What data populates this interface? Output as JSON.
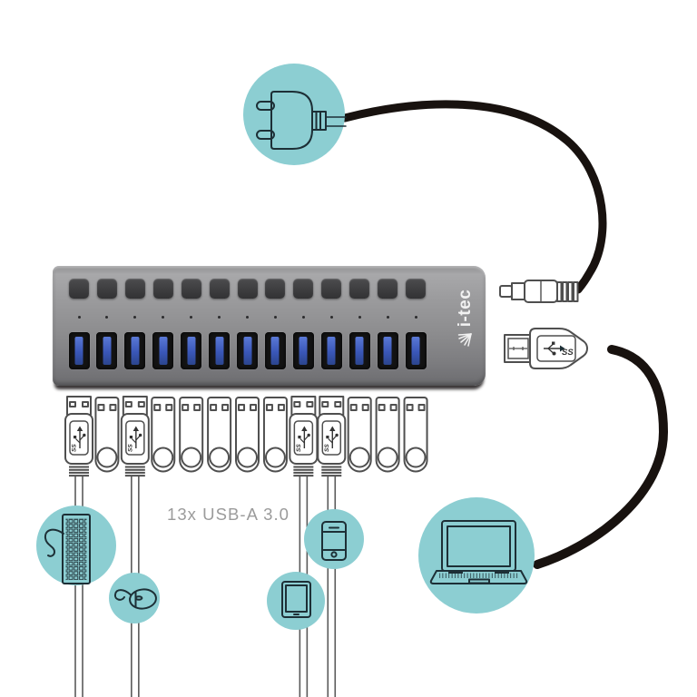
{
  "image_type": "product-connection-diagram",
  "label": {
    "text": "13x USB-A 3.0"
  },
  "hub": {
    "brand_logo": "i-tec",
    "button_count": 13,
    "led_count": 13,
    "port_count": 13,
    "port_type": "USB-A 3.0"
  },
  "bottom_row": {
    "usb3_marking": "SS",
    "items": [
      {
        "type": "usb-a-plug",
        "has_cable": true,
        "connects_to": "keyboard"
      },
      {
        "type": "flash-drive",
        "has_cable": false
      },
      {
        "type": "usb-a-plug",
        "has_cable": true,
        "connects_to": "mouse"
      },
      {
        "type": "flash-drive",
        "has_cable": false
      },
      {
        "type": "flash-drive",
        "has_cable": false
      },
      {
        "type": "flash-drive",
        "has_cable": false
      },
      {
        "type": "flash-drive",
        "has_cable": false
      },
      {
        "type": "flash-drive",
        "has_cable": false
      },
      {
        "type": "usb-a-plug",
        "has_cable": true,
        "connects_to": "tablet"
      },
      {
        "type": "usb-a-plug",
        "has_cable": true,
        "connects_to": "smartphone"
      },
      {
        "type": "flash-drive",
        "has_cable": false
      },
      {
        "type": "flash-drive",
        "has_cable": false
      },
      {
        "type": "flash-drive",
        "has_cable": false
      }
    ]
  },
  "right_side": {
    "dc_power_connector": "barrel-jack",
    "usb_b_connector_marking": "SS"
  },
  "device_circles": [
    {
      "id": "power-plug",
      "kind": "ac-power-plug"
    },
    {
      "id": "keyboard",
      "kind": "keyboard"
    },
    {
      "id": "mouse",
      "kind": "mouse"
    },
    {
      "id": "tablet",
      "kind": "tablet"
    },
    {
      "id": "smartphone",
      "kind": "smartphone"
    },
    {
      "id": "laptop",
      "kind": "laptop"
    }
  ],
  "colors": {
    "teal": "#8cced2",
    "icon_outline": "#1d2f36",
    "drawing_outline": "#4f4f4f",
    "cable_black": "#18120f",
    "hub_gray": "#919193",
    "port_blue": "#3a57b8",
    "label_gray": "#9b9b9b",
    "logo_white": "#f2f2f2"
  }
}
